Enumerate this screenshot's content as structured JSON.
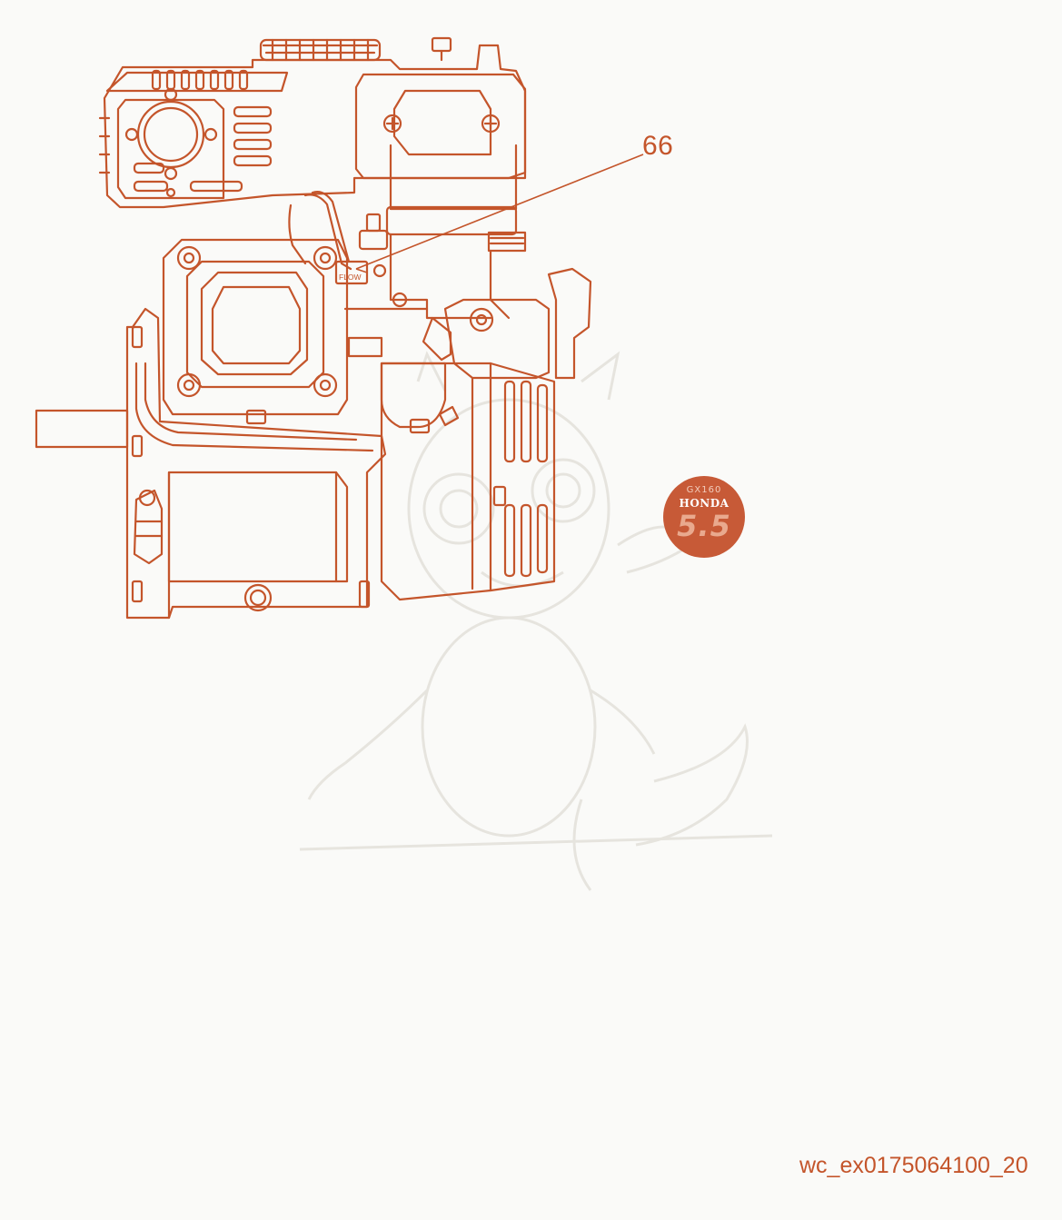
{
  "callout": {
    "number": "66",
    "flow_marking": "FLOW"
  },
  "badge": {
    "model": "GX160",
    "brand": "HONDA",
    "horsepower": "5.5"
  },
  "figure_id": "wc_ex0175064100_20",
  "colors": {
    "line": "#c4552b",
    "watermark": "#e6e4df",
    "background": "#fafaf8",
    "badge": "#c75a37"
  }
}
